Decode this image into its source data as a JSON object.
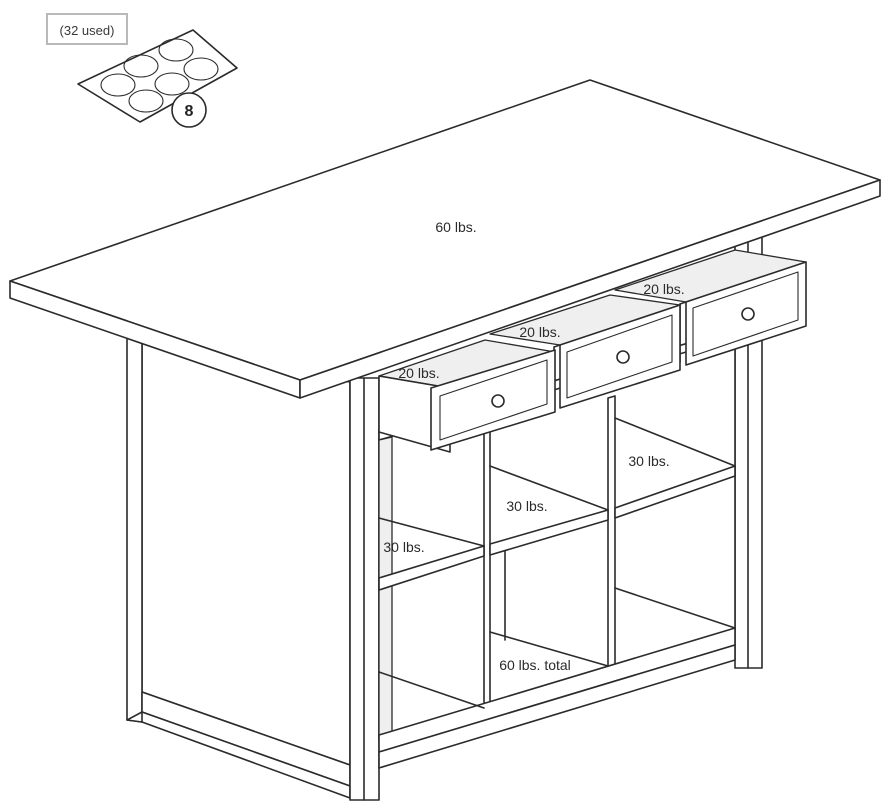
{
  "pads": {
    "used_label": "(32 used)",
    "pack_number": "8"
  },
  "weights": {
    "top": "60 lbs.",
    "drawer_left": "20 lbs.",
    "drawer_middle": "20 lbs.",
    "drawer_right": "20 lbs.",
    "shelf_left": "30 lbs.",
    "shelf_middle": "30 lbs.",
    "shelf_right": "30 lbs.",
    "bottom": "60 lbs. total"
  }
}
